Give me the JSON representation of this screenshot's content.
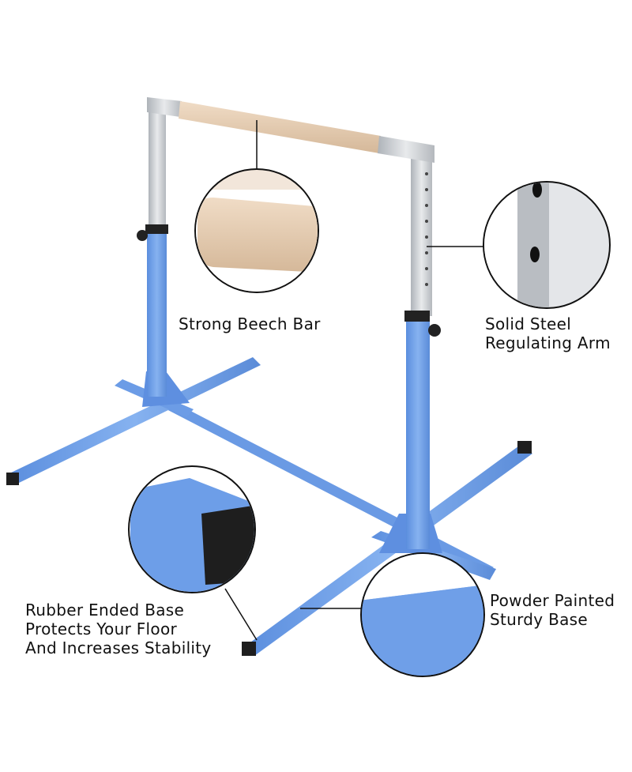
{
  "callouts": {
    "beech_bar": "Strong Beech Bar",
    "steel_arm": [
      "Solid Steel",
      "Regulating Arm"
    ],
    "rubber_base": [
      "Rubber Ended Base",
      "Protects Your Floor",
      "And Increases Stability"
    ],
    "powder_base": [
      "Powder Painted",
      "Sturdy Base"
    ]
  },
  "colors": {
    "frame_blue": "#6f9fe8",
    "frame_blue_dark": "#4f7fcc",
    "steel": "#c9cdd2",
    "beech": "#e6cdb5",
    "rubber": "#1e1e1e"
  }
}
